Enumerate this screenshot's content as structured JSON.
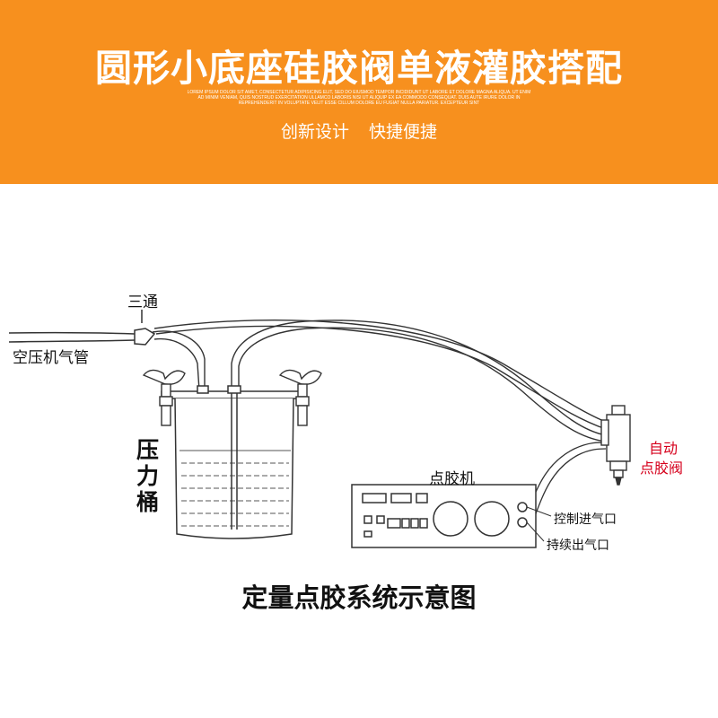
{
  "banner": {
    "title": "圆形小底座硅胶阀单液灌胶搭配",
    "lorem": "LOREM IPSUM DOLOR SIT AMET, CONSECTETUR ADIPISICING ELIT, SED DO EIUSMOD TEMPOR INCIDIDUNT UT LABORE ET DOLORE MAGNA ALIQUA. UT ENIM AD MINIM VENIAM, QUIS NOSTRUD EXERCITATION ULLAMCO LABORIS NISI UT ALIQUIP EX EA COMMODO CONSEQUAT. DUIS AUTE IRURE DOLOR IN REPREHENDERIT IN VOLUPTATE VELIT ESSE CILLUM DOLORE EU FUGIAT NULLA PARIATUR. EXCEPTEUR SINT",
    "subtitle": "创新设计 快捷便捷",
    "color": "#f7901e"
  },
  "diagram": {
    "labels": {
      "tee": "三通",
      "air_hose": "空压机气管",
      "pressure_tank": "压力桶",
      "dispenser": "点胶机",
      "valve_line1": "自动",
      "valve_line2": "点胶阀",
      "control_inlet": "控制进气口",
      "continuous_outlet": "持续出气口"
    },
    "caption": "定量点胶系统示意图",
    "accent_color": "#d6001c"
  }
}
